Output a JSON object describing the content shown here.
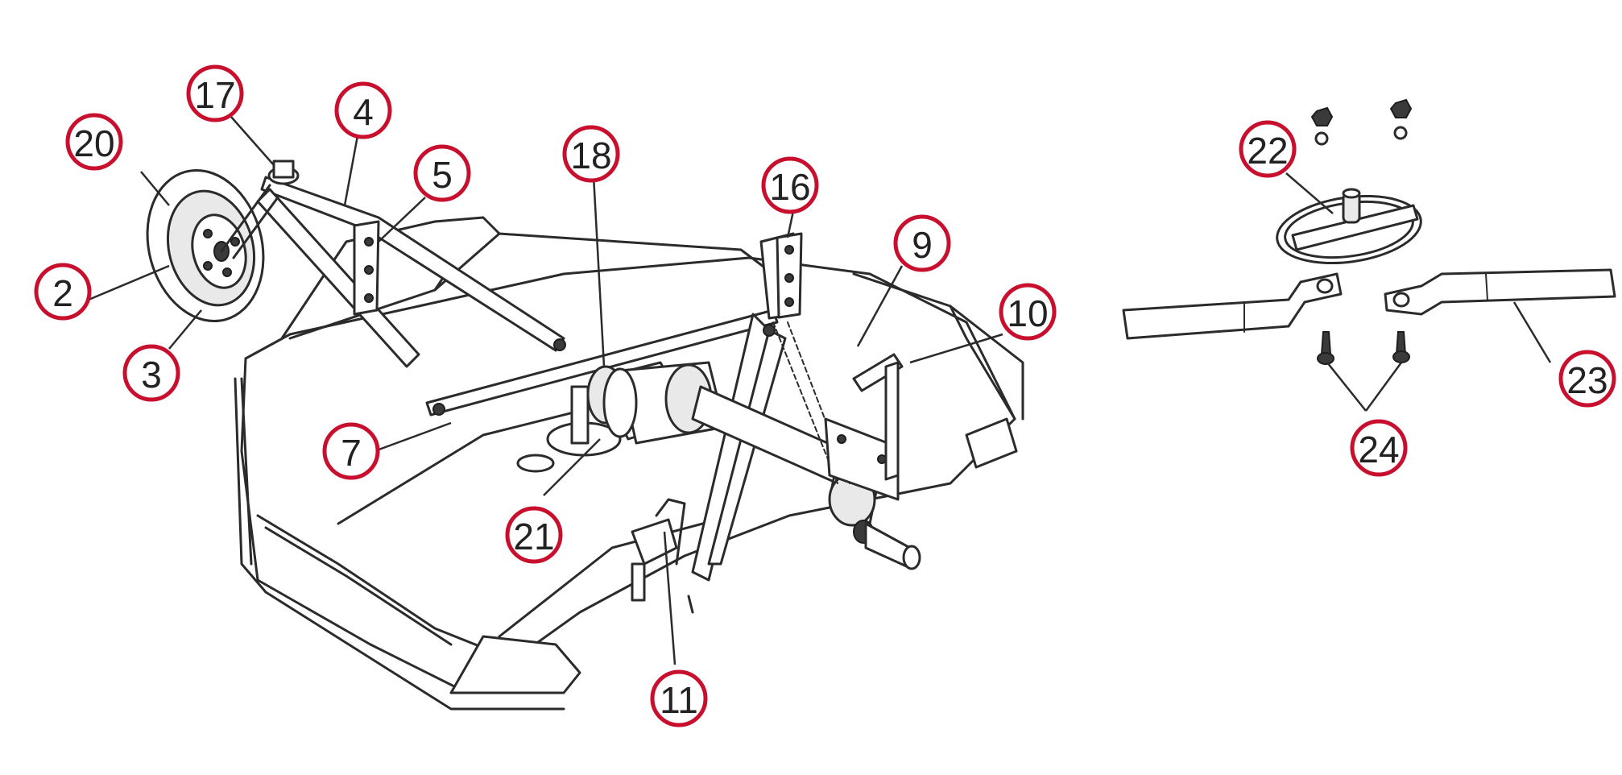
{
  "colors": {
    "callout_ring": "#c8102e",
    "line_art": "#2b2b2b",
    "background": "#ffffff"
  },
  "callouts": [
    {
      "id": "c20",
      "label": "20"
    },
    {
      "id": "c17",
      "label": "17"
    },
    {
      "id": "c4",
      "label": "4"
    },
    {
      "id": "c5",
      "label": "5"
    },
    {
      "id": "c18",
      "label": "18"
    },
    {
      "id": "c16",
      "label": "16"
    },
    {
      "id": "c9",
      "label": "9"
    },
    {
      "id": "c10",
      "label": "10"
    },
    {
      "id": "c2",
      "label": "2"
    },
    {
      "id": "c3",
      "label": "3"
    },
    {
      "id": "c7",
      "label": "7"
    },
    {
      "id": "c21",
      "label": "21"
    },
    {
      "id": "c11",
      "label": "11"
    },
    {
      "id": "c22",
      "label": "22"
    },
    {
      "id": "c23",
      "label": "23"
    },
    {
      "id": "c24",
      "label": "24"
    }
  ]
}
